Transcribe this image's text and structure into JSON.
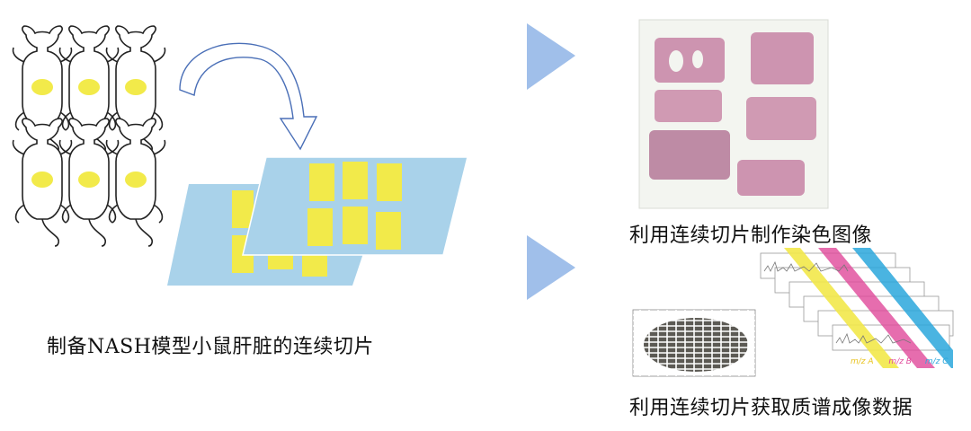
{
  "captions": {
    "left": "制备NASH模型小鼠肝脏的连续切片",
    "top_right": "利用连续切片制作染色图像",
    "bottom_right": "利用连续切片获取质谱成像数据"
  },
  "ms_labels": {
    "a": "m/z A",
    "b": "m/z B",
    "c": "m/z C"
  },
  "colors": {
    "liver_spot": "#f2ea4a",
    "slide": "#a9d2ea",
    "arrow": "#8fb4e6",
    "stain": "#c98aa8",
    "label_a": "#e8c21c",
    "label_b": "#e0499a",
    "label_c": "#2aa7dc"
  }
}
